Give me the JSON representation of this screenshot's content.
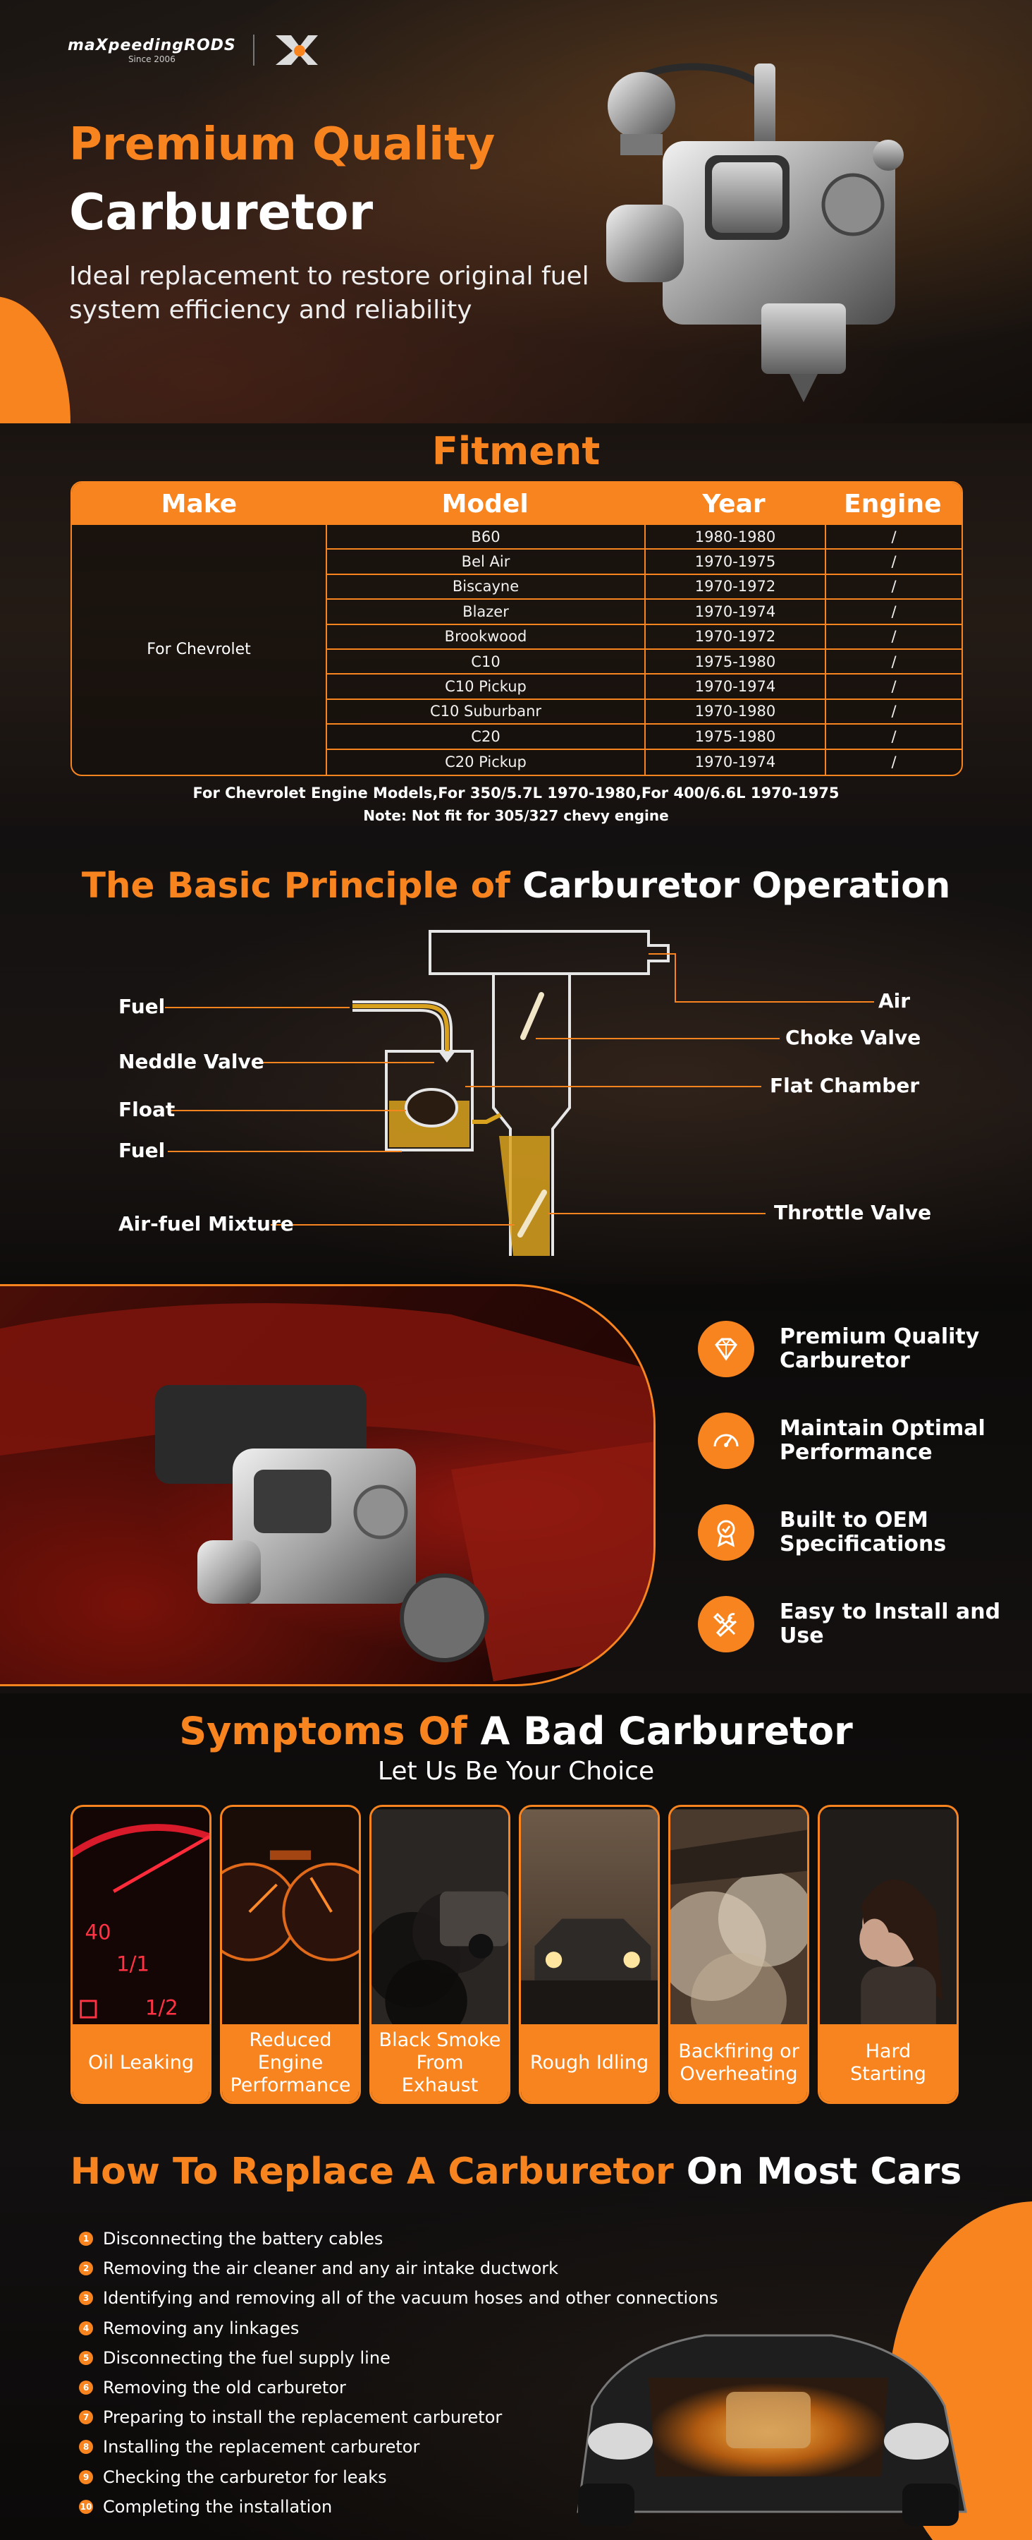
{
  "brand": {
    "logo_name": "maXpeedingRODS",
    "logo_since": "Since 2006",
    "colors": {
      "accent": "#f7841f",
      "background": "#0b0908",
      "text": "#ffffff"
    }
  },
  "hero": {
    "title_line1": "Premium Quality",
    "title_line2": "Carburetor",
    "subtitle": "Ideal replacement to restore original fuel system efficiency and reliability"
  },
  "fitment": {
    "title": "Fitment",
    "columns": [
      "Make",
      "Model",
      "Year",
      "Engine"
    ],
    "make": "For Chevrolet",
    "rows": [
      {
        "model": "B60",
        "year": "1980-1980",
        "engine": "/"
      },
      {
        "model": "Bel Air",
        "year": "1970-1975",
        "engine": "/"
      },
      {
        "model": "Biscayne",
        "year": "1970-1972",
        "engine": "/"
      },
      {
        "model": "Blazer",
        "year": "1970-1974",
        "engine": "/"
      },
      {
        "model": "Brookwood",
        "year": "1970-1972",
        "engine": "/"
      },
      {
        "model": "C10",
        "year": "1975-1980",
        "engine": "/"
      },
      {
        "model": "C10 Pickup",
        "year": "1970-1974",
        "engine": "/"
      },
      {
        "model": "C10 Suburbanr",
        "year": "1970-1980",
        "engine": "/"
      },
      {
        "model": "C20",
        "year": "1975-1980",
        "engine": "/"
      },
      {
        "model": "C20 Pickup",
        "year": "1970-1974",
        "engine": "/"
      }
    ],
    "note1": "For Chevrolet Engine Models,For  350/5.7L 1970-1980,For 400/6.6L 1970-1975",
    "note2": "Note: Not fit for  305/327 chevy engine"
  },
  "principle": {
    "title_orange": "The Basic Principle of ",
    "title_white": "Carburetor Operation",
    "labels_left": [
      "Fuel",
      "Neddle Valve",
      "Float",
      "Fuel",
      "Air-fuel Mixture"
    ],
    "labels_right": [
      "Air",
      "Choke Valve",
      "Flat Chamber",
      "Throttle Valve"
    ]
  },
  "features": {
    "items": [
      {
        "icon": "diamond-icon",
        "label": "Premium Quality Carburetor"
      },
      {
        "icon": "gauge-icon",
        "label": "Maintain Optimal Performance"
      },
      {
        "icon": "badge-icon",
        "label": "Built to OEM Specifications"
      },
      {
        "icon": "tools-icon",
        "label": "Easy to Install and Use"
      }
    ]
  },
  "symptoms": {
    "title_orange": "Symptoms Of ",
    "title_white": "A Bad Carburetor",
    "subtitle": "Let Us Be Your Choice",
    "cards": [
      {
        "label": "Oil Leaking",
        "photo": "fuel-gauge"
      },
      {
        "label": "Reduced Engine Performance",
        "photo": "dashboard"
      },
      {
        "label": "Black Smoke From Exhaust",
        "photo": "smoke"
      },
      {
        "label": "Rough Idling",
        "photo": "car-road"
      },
      {
        "label": "Backfiring or Overheating",
        "photo": "steam"
      },
      {
        "label": "Hard Starting",
        "photo": "driver"
      }
    ],
    "gauge_text": [
      "40",
      "1/1",
      "1/2"
    ]
  },
  "replace": {
    "title_orange": "How To Replace A Carburetor ",
    "title_white": "On Most Cars",
    "steps": [
      "Disconnecting the battery cables",
      "Removing the air cleaner and any air intake ductwork",
      "Identifying and removing all of the vacuum hoses and other connections",
      "Removing any linkages",
      "Disconnecting the fuel supply line",
      "Removing the old carburetor",
      "Preparing to install the replacement carburetor",
      "Installing the replacement carburetor",
      "Checking the carburetor for leaks",
      "Completing the installation"
    ]
  }
}
